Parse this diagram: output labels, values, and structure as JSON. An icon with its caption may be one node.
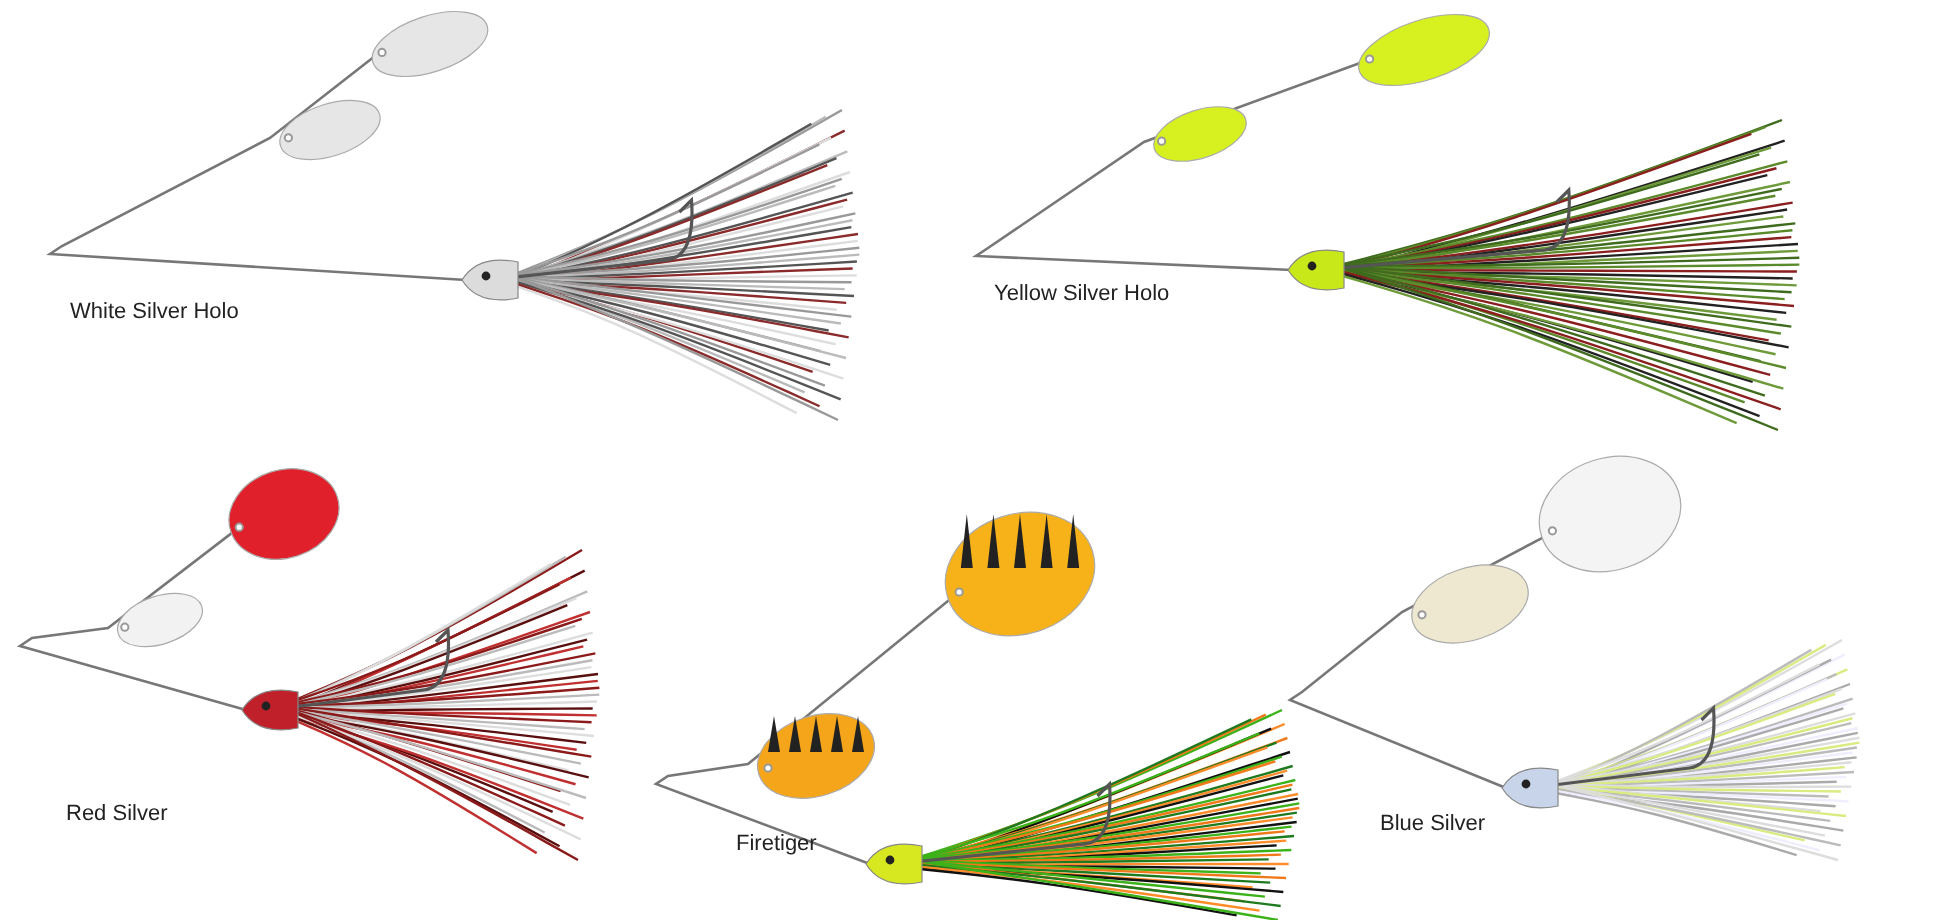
{
  "diagram": {
    "labels": [
      "White Silver Holo",
      "Yellow Silver Holo",
      "Red Silver",
      "Firetiger",
      "Blue Silver"
    ]
  }
}
